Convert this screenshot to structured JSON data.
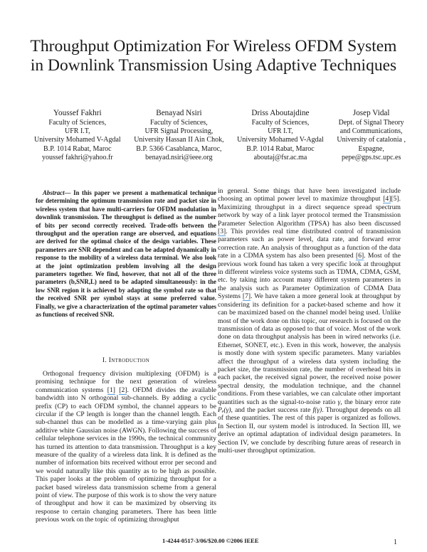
{
  "paper": {
    "title": "Throughput Optimization For Wireless OFDM System in Downlink Transmission Using Adaptive Techniques",
    "authors": [
      {
        "name": "Youssef Fakhri",
        "lines": [
          "Faculty of Sciences,",
          "UFR I.T,",
          "University Mohamed V-Agdal",
          "B.P. 1014 Rabat, Maroc",
          "youssef fakhri@yahoo.fr"
        ]
      },
      {
        "name": "Benayad Nsiri",
        "lines": [
          "Faculty of Sciences,",
          "UFR Signal Processing,",
          "University Hassan II Ain Chok,",
          "B.P. 5366 Casablanca, Maroc,",
          "benayad.nsiri@ieee.org"
        ]
      },
      {
        "name": "Driss Aboutajdine",
        "lines": [
          "Faculty of Sciences,",
          "UFR I.T,",
          "University Mohamed V-Agdal",
          "B.P. 1014 Rabat, Maroc",
          "aboutaj@fsr.ac.ma"
        ]
      },
      {
        "name": "Josep Vidal",
        "lines": [
          "Dept. of Signal Theory",
          "and Communications,",
          "University of catalonia ,",
          "Espagne,",
          "pepe@gps.tsc.upc.es"
        ]
      }
    ],
    "abstract": {
      "label": "Abstract",
      "dash": "— ",
      "text": "In this paper we present a mathematical technique for determining the optimum transmission rate and packet size in wireless system that have multi-carriers for OFDM modulation in downlink transmission. The throughput is defined as the number of bits per second correctly received. Trade-offs between the throughput and the operation range are observed, and equations are derived for the optimal choice of the design variables. These parameters are SNR dependent and can be adapted dynamically in response to the mobility of a wireless data terminal. We also look at the joint optimization problem involving all the design parameters together. We find, however, that not all of the three parameters (b,SNR,L) need to be adapted simultaneously: in the low SNR region it is achieved by adapting the symbol rate so that the received SNR per symbol stays at some preferred value. Finally, we give a characterization of the optimal parameter values as functions of received SNR."
    },
    "section1": {
      "number": "I.",
      "heading": "Introduction"
    },
    "intro_left": {
      "p1_a": "Orthogonal frequency division multiplexing (OFDM) is a promising technique for the next generation of wireless communication systems ",
      "cite1": "[1]",
      "cite2": "[2]",
      "p1_b": ". OFDM divides the available bandwidth into N orthogonal sub-channels. By adding a cyclic prefix (CP) to each OFDM symbol, the channel appears to be circular if the CP length is longer than the channel length. Each sub-channel thus can be modelled as a time-varying gain plus additive white Gaussian noise (AWGN). Following the success of cellular telephone services in the 1990s, the technical community has turned its attention to data transmission. Throughput is a key measure of the quality of a wireless data link. It is defined as the number of information bits received without error per second and we would naturally like this quantity as to be high as possible. This paper looks at the problem of optimizing throughput for a packet based wireless data transmission scheme from a general point of view. The purpose of this work is to show the very nature of throughput and how it can be maximized by observing its response to certain changing parameters. There has been little previous work on the topic of optimizing throughput"
    },
    "intro_right": {
      "a": "in general. Some things that have been investigated include choosing an optimal power level to maximize throughput ",
      "cite4": "[4]",
      "cite5": "[5]",
      "b": ". Maximizing throughput in a direct sequence spread spectrum network by way of a link layer protocol termed the Transmission Parameter Selection Algorithm (TPSA) has also been discussed ",
      "cite3": "[3]",
      "c": ". This provides real time distributed control of transmission parameters such as power level, data rate, and forward error correction rate. An analysis of throughput as a function of the data rate in a CDMA system has also been presented ",
      "cite6": "[6]",
      "d": ". Most of the previous work found has taken a very specific look at throughput in different wireless voice systems such as TDMA, CDMA, GSM, etc. by taking into account many different system parameters in the analysis such as Parameter Optimization of CDMA Data Systems ",
      "cite7": "[7]",
      "e": ". We have taken a more general look at throughput by considering its definition for a packet-based scheme and how it can be maximized based on the channel model being used. Unlike most of the work done on this topic, our research is focused on the transmission of data as opposed to that of voice. Most of the work done on data throughput analysis has been in wired networks (i.e. Ethernet, SONET, etc.). Even in this work, however, the analysis is mostly done with system specific parameters. Many variables affect the throughput of a wireless data system including the packet size, the transmission rate, the number of overhead bits in each packet, the received signal power, the received noise power spectral density, the modulation technique, and the channel conditions. From these variables, we can calculate other important quantities such as the signal-to-noise ratio ",
      "gamma": "γ",
      "f": ", the binary error rate ",
      "pe": "Pₑ(γ)",
      "g": ", and the packet success rate ",
      "fgamma": "f(γ)",
      "h": ". Throughput depends on all of these quantities. The rest of this paper is organized as follows. In Section II, our system model is introduced. In Section III, we derive an optimal adaptation of individual design parameters. In Section IV, we conclude by describing future areas of research in multi-user throughput optimization."
    },
    "footer": {
      "copyright": "1-4244-0517-3/06/$20.00 ©2006 IEEE",
      "page_number": "1"
    }
  }
}
